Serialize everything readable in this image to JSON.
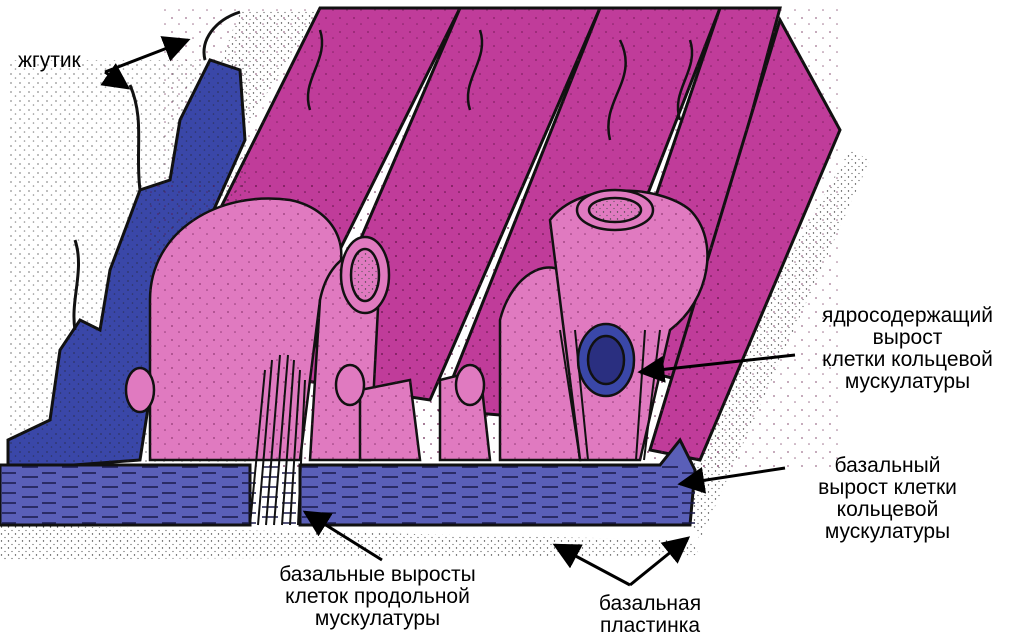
{
  "labels": {
    "flagellum": "жгутик",
    "nucleated_process": [
      "ядросодержащий",
      "вырост",
      "клетки кольцевой",
      "мускулатуры"
    ],
    "basal_process_circular": [
      "базальный",
      "вырост клетки",
      "кольцевой",
      "мускулатуры"
    ],
    "basal_processes_longitudinal": [
      "базальные выросты",
      "клеток продольной",
      "мускулатуры"
    ],
    "basal_lamina": [
      "базальная",
      "пластинка"
    ]
  },
  "colors": {
    "muscle_fiber": "#c03c9a",
    "muscle_body": "#e07ac0",
    "epithelium": "#3a47a8",
    "basal_layer": "#5a5fb8",
    "outline": "#111111",
    "background": "#ffffff"
  }
}
